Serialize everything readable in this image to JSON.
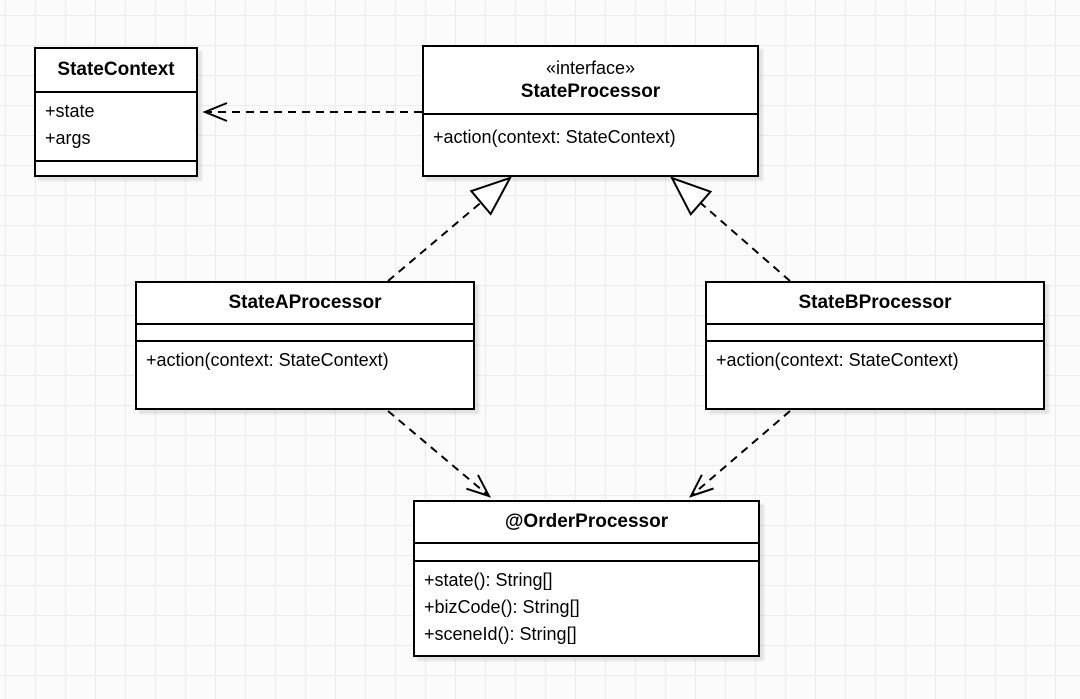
{
  "canvas": {
    "background_color": "#fbfbfb",
    "grid_line_color": "#ececec",
    "shape_fill": "#ffffff",
    "shape_stroke": "#000000",
    "text_color": "#000000"
  },
  "classes": [
    {
      "name": "StateContext",
      "stereotype": "",
      "attributes": [
        "+state",
        "+args"
      ],
      "methods": []
    },
    {
      "name": "StateProcessor",
      "stereotype": "«interface»",
      "attributes": [],
      "methods": [
        "+action(context: StateContext)"
      ]
    },
    {
      "name": "StateAProcessor",
      "stereotype": "",
      "attributes": [],
      "methods": [
        "+action(context: StateContext)"
      ]
    },
    {
      "name": "StateBProcessor",
      "stereotype": "",
      "attributes": [],
      "methods": [
        "+action(context: StateContext)"
      ]
    },
    {
      "name": "@OrderProcessor",
      "stereotype": "",
      "attributes": [],
      "methods": [
        "+state(): String[]",
        "+bizCode(): String[]",
        "+sceneId(): String[]"
      ]
    }
  ],
  "relations": [
    {
      "type": "dependency",
      "from": "StateProcessor",
      "to": "StateContext",
      "line": "dashed",
      "arrowhead": "open"
    },
    {
      "type": "realization",
      "from": "StateAProcessor",
      "to": "StateProcessor",
      "line": "dashed",
      "arrowhead": "hollow-triangle"
    },
    {
      "type": "realization",
      "from": "StateBProcessor",
      "to": "StateProcessor",
      "line": "dashed",
      "arrowhead": "hollow-triangle"
    },
    {
      "type": "dependency",
      "from": "StateAProcessor",
      "to": "@OrderProcessor",
      "line": "dashed",
      "arrowhead": "open"
    },
    {
      "type": "dependency",
      "from": "StateBProcessor",
      "to": "@OrderProcessor",
      "line": "dashed",
      "arrowhead": "open"
    }
  ]
}
